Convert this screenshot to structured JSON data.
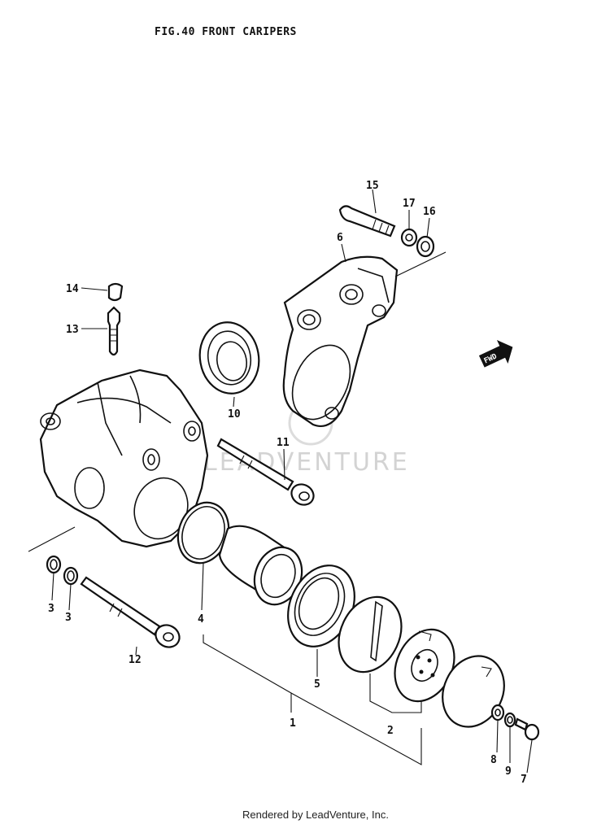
{
  "title": "FIG.40  FRONT CARIPERS",
  "watermark": "LEADVENTURE",
  "footer": "Rendered by LeadVenture, Inc.",
  "arrow_label": "FWD",
  "callouts": {
    "c1": "1",
    "c2": "2",
    "c3a": "3",
    "c3b": "3",
    "c4": "4",
    "c5": "5",
    "c6": "6",
    "c7": "7",
    "c8": "8",
    "c9": "9",
    "c10": "10",
    "c11": "11",
    "c12": "12",
    "c13": "13",
    "c14": "14",
    "c15": "15",
    "c16": "16",
    "c17": "17"
  },
  "colors": {
    "ink": "#111111",
    "paper": "#ffffff",
    "watermark": "#c9c9c9"
  }
}
